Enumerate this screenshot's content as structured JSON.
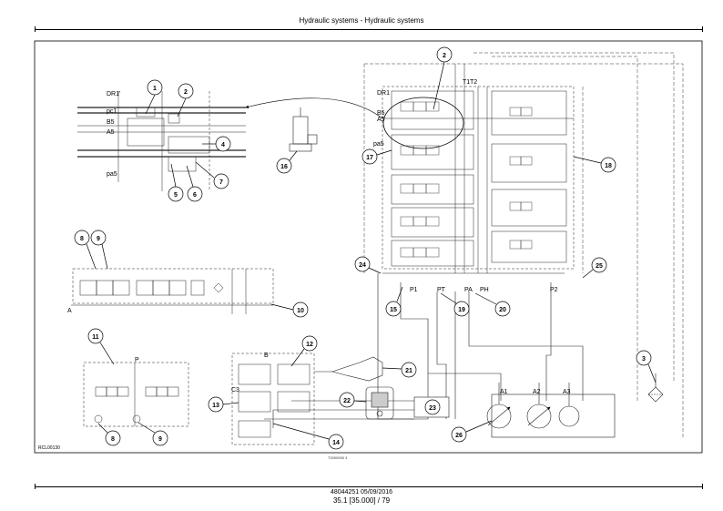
{
  "header": {
    "title": "Hydraulic systems - Hydraulic systems"
  },
  "footer": {
    "doc_ref": "48044251 05/09/2016",
    "page_ref": "35.1 [35.000] / 79",
    "drawing_id": "RCL00130",
    "mid_mark": "T2000000  3"
  },
  "callouts": [
    "1",
    "2",
    "3",
    "4",
    "5",
    "6",
    "7",
    "8",
    "9",
    "10",
    "11",
    "12",
    "13",
    "14",
    "15",
    "16",
    "17",
    "18",
    "19",
    "20",
    "21",
    "22",
    "23",
    "24",
    "25",
    "26",
    "2",
    "9"
  ],
  "ports": {
    "dr1_left": "DR1'",
    "pc1": "pc1",
    "b5": "B5",
    "a5": "A5",
    "pa5": "pa5",
    "dr1_right": "DR1",
    "b5_right": "B5",
    "a5_right": "A5",
    "pa5_right": "pa5",
    "t1": "T1",
    "t2": "T2",
    "p1": "P1",
    "pt": "PT",
    "pa": "PA",
    "ph": "PH",
    "p2": "P2",
    "a1": "A1",
    "a2": "A2",
    "a3": "A3",
    "a_left": "A",
    "p_small": "P",
    "b_small": "B",
    "c3": "C3"
  }
}
